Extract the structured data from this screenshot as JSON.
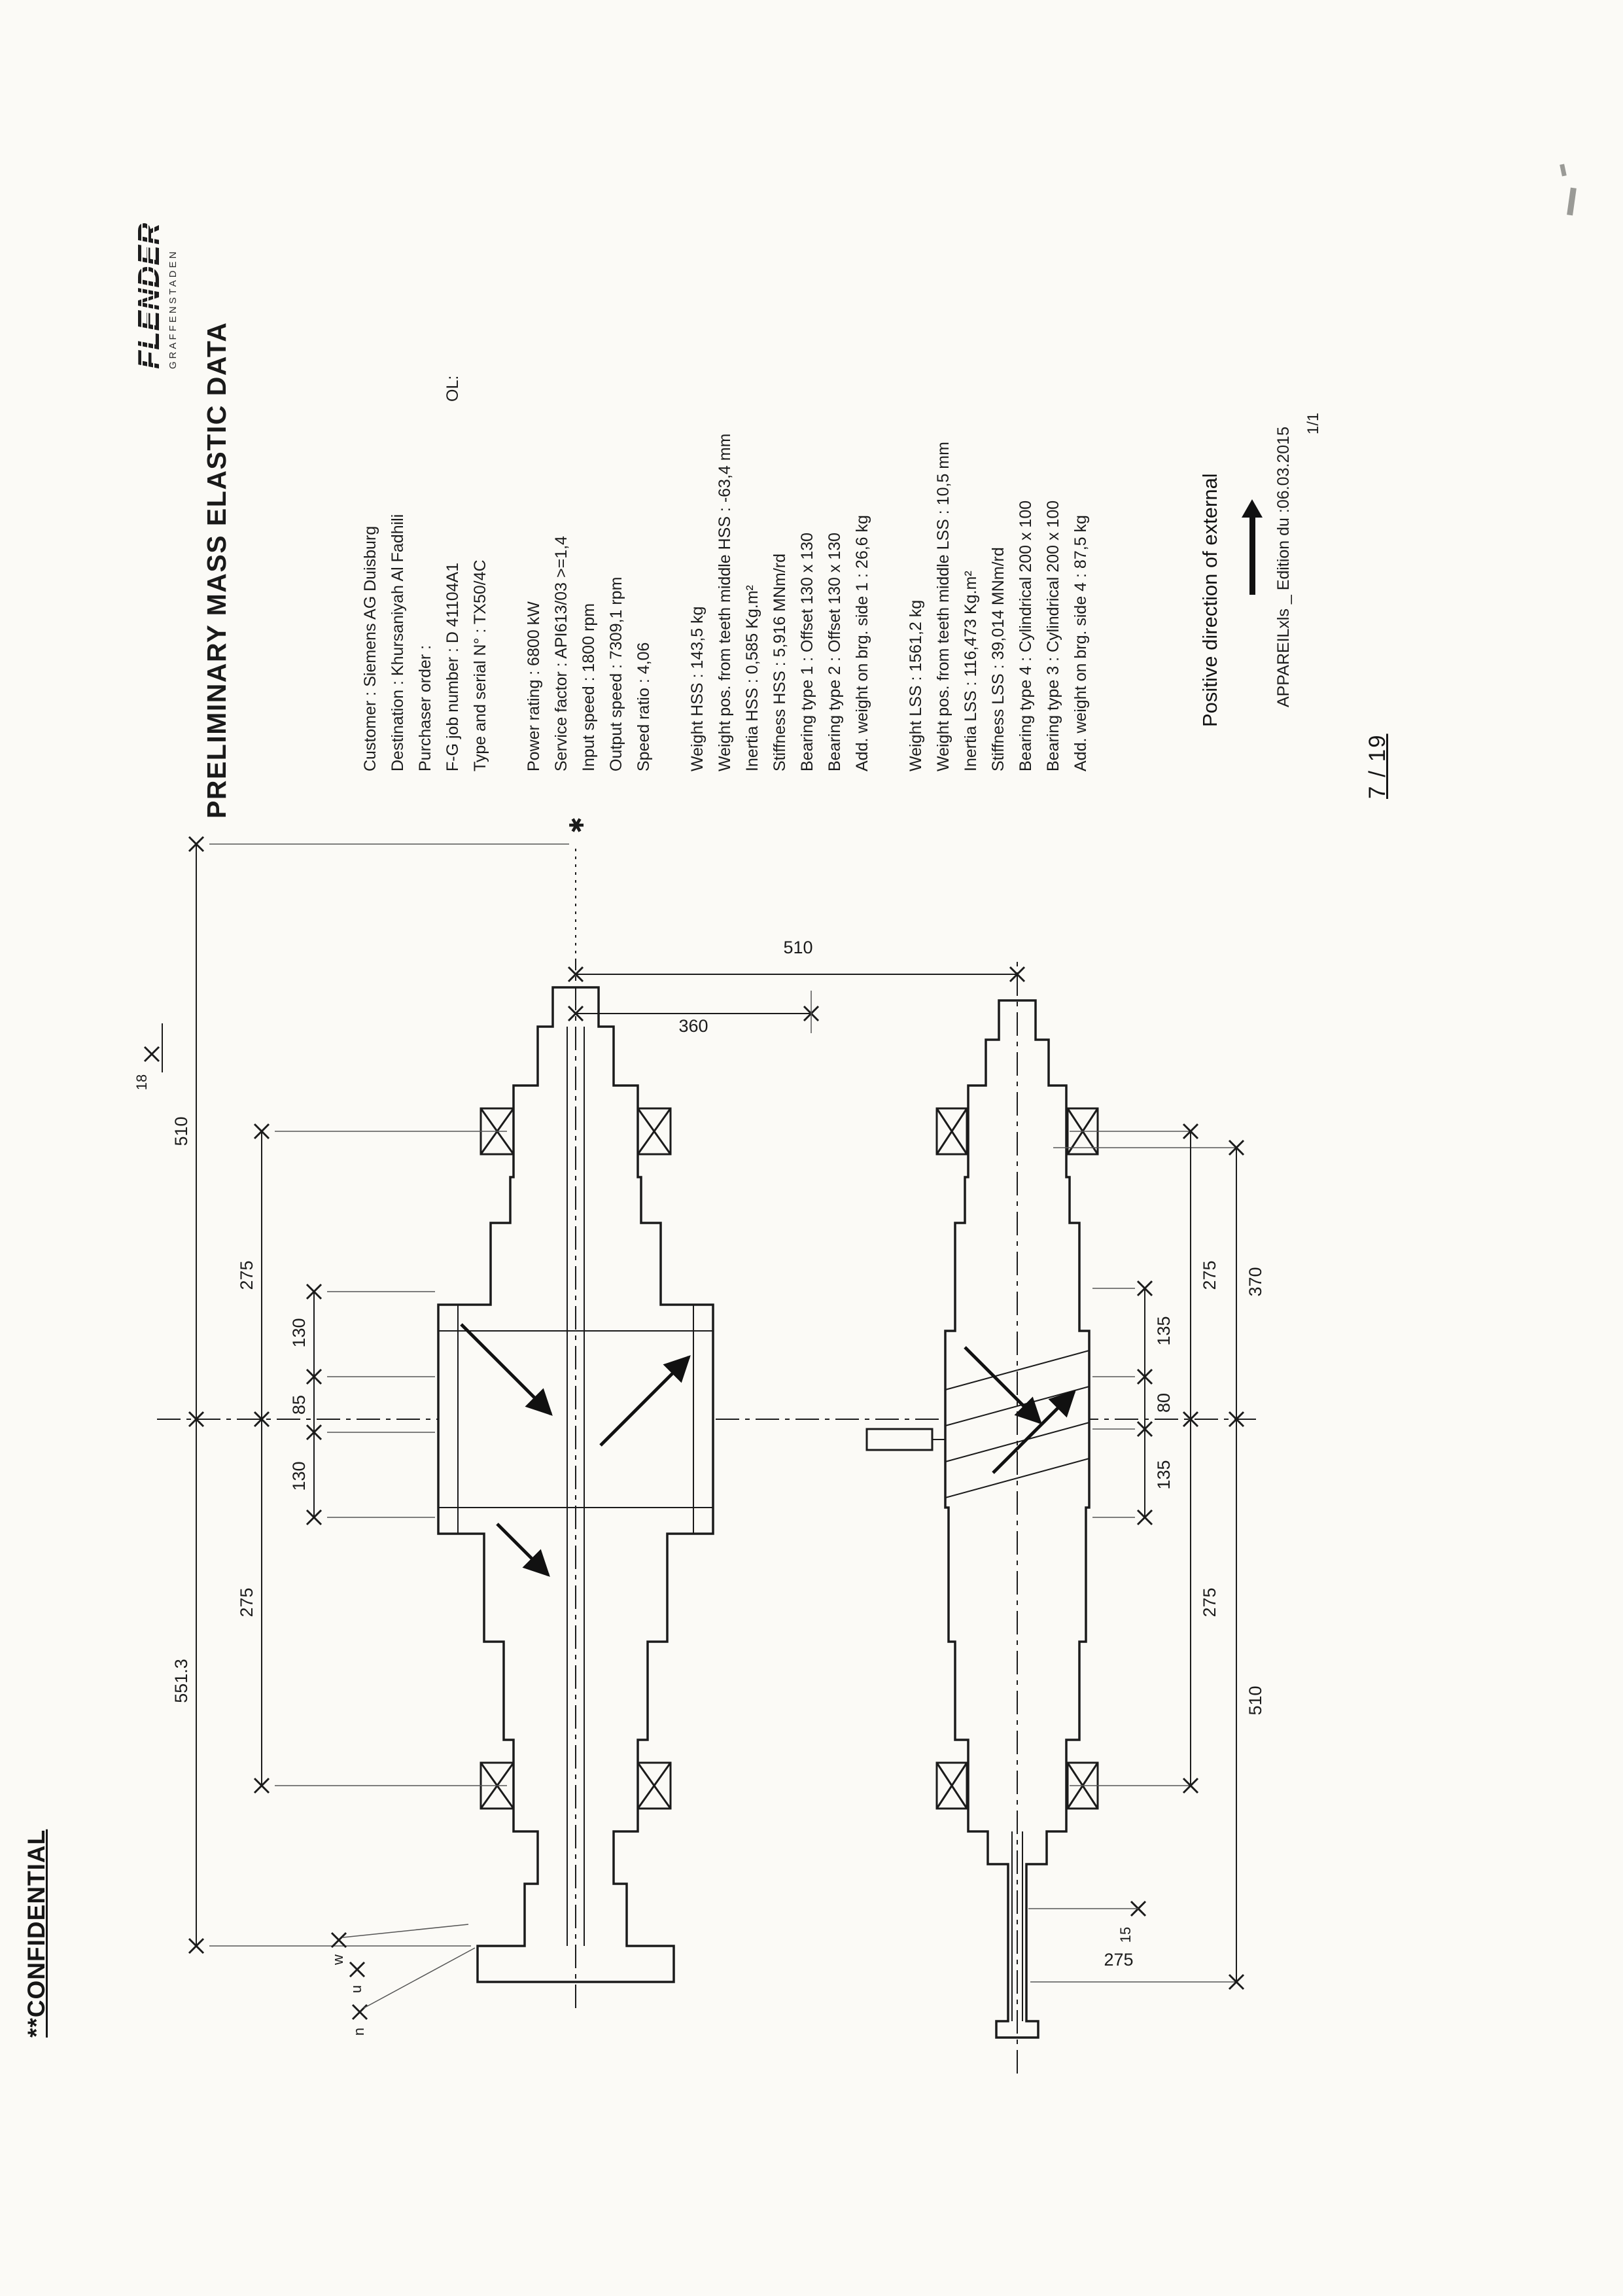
{
  "page": {
    "confidential": "**CONFIDENTIAL",
    "page_number": "7 / 19"
  },
  "header": {
    "logo_name": "FLENDER",
    "logo_subname": "GRAFFENSTADEN",
    "title": "PRELIMINARY MASS ELASTIC DATA"
  },
  "info": {
    "order": [
      "Customer : Siemens AG Duisburg",
      "Destination : Khursaniyah Al Fadhili",
      "Purchaser order :",
      "F-G job number : D 41104A1",
      "Type and serial N° : TX50/4C"
    ],
    "ol": "OL:",
    "performance": [
      "Power rating : 6800 kW",
      "Service factor : API613/03 >=1,4",
      "Input speed : 1800 rpm",
      "Output speed : 7309,1 rpm",
      "Speed ratio : 4,06"
    ],
    "hss": [
      "Weight HSS : 143,5 kg",
      "Weight pos. from teeth middle HSS : -63,4 mm",
      "Inertia HSS : 0,585 Kg.m²",
      "Stiffness HSS : 5,916 MNm/rd",
      "Bearing type 1 : Offset 130 x 130",
      "Bearing type 2 : Offset 130 x 130",
      "Add. weight on brg. side 1 : 26,6 kg"
    ],
    "lss": [
      "Weight LSS : 1561,2 kg",
      "Weight pos. from teeth middle LSS : 10,5 mm",
      "Inertia LSS : 116,473 Kg.m²",
      "Stiffness LSS : 39,014 MNm/rd",
      "Bearing type 4 : Cylindrical 200 x 100",
      "Bearing type 3 : Cylindrical 200 x 100",
      "Add. weight on brg. side 4 : 87,5 kg"
    ]
  },
  "note": {
    "direction": "Positive direction of external",
    "edition": "APPAREILxls _ Edition du :06.03.2015",
    "revision": "1/1"
  },
  "drawing": {
    "lss": {
      "total_left": "551.3",
      "total_right": "510",
      "span_left": "275",
      "span_right": "275",
      "face1": "130",
      "face2": "85",
      "face3": "130",
      "end": "18"
    },
    "hss": {
      "face1": "135",
      "face2": "80",
      "face3": "135",
      "span_left": "275",
      "span_right": "275",
      "total_left": "510",
      "total_right": "370",
      "quill": "275",
      "tip": "15"
    },
    "vert": {
      "d1": "360",
      "d2": "510"
    },
    "marks": {
      "m1": "n",
      "m2": "u",
      "m3": "w",
      "star": "✱"
    }
  }
}
